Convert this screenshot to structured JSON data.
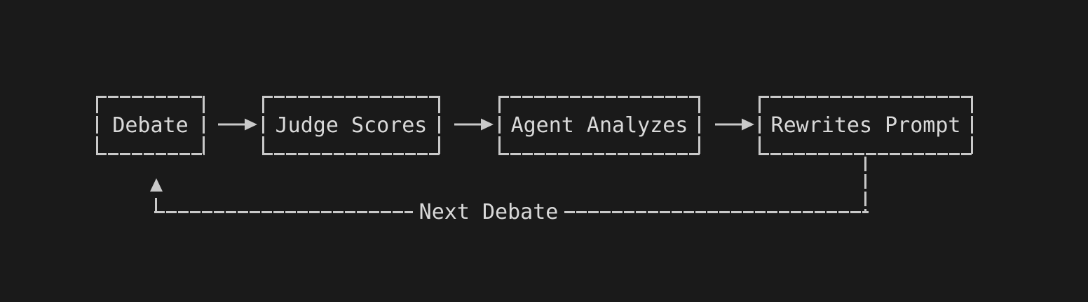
{
  "colors": {
    "background": "#1a1a1a",
    "line": "#c9c9c9",
    "text": "#d9d9d9"
  },
  "diagram": {
    "nodes": [
      {
        "id": "debate",
        "label": "Debate"
      },
      {
        "id": "judge-scores",
        "label": "Judge Scores"
      },
      {
        "id": "agent-analyzes",
        "label": "Agent Analyzes"
      },
      {
        "id": "rewrites-prompt",
        "label": "Rewrites Prompt"
      }
    ],
    "connections": [
      {
        "from": "Debate",
        "to": "Judge Scores",
        "type": "arrow-right"
      },
      {
        "from": "Judge Scores",
        "to": "Agent Analyzes",
        "type": "arrow-right"
      },
      {
        "from": "Agent Analyzes",
        "to": "Rewrites Prompt",
        "type": "arrow-right"
      },
      {
        "from": "Rewrites Prompt",
        "to": "Debate",
        "type": "loop-back",
        "label": "Next Debate"
      }
    ]
  }
}
